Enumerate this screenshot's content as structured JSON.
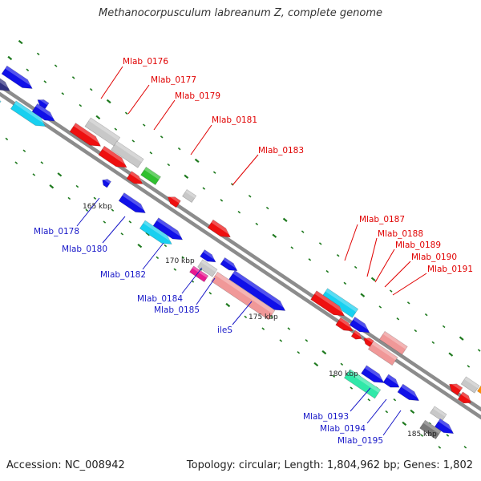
{
  "title": "Methanocorpusculum labreanum Z, complete genome",
  "accession_label": "Accession: NC_008942",
  "topology_label": "Topology: circular; Length: 1,804,962 bp; Genes: 1,802",
  "colors": {
    "backbone": "#8c8c8c",
    "tick": "#1f7a1f",
    "top_labels": "#e00000",
    "bottom_labels": "#1818c8",
    "blue": "#1010e8",
    "cyan": "#18d0f0",
    "red": "#ee1010",
    "grey": "#c8c8c8",
    "green": "#30c030",
    "pink": "#f09898",
    "teal": "#30e8a8",
    "orange": "#ff9000",
    "navy": "#303080",
    "magenta": "#e81890",
    "darkgrey": "#787878"
  },
  "tick_labels": [
    "165 kbp",
    "170 kbp",
    "175 kbp",
    "180 kbp",
    "185 kbp"
  ],
  "top_labels": [
    "Mlab_0176",
    "Mlab_0177",
    "Mlab_0179",
    "Mlab_0181",
    "Mlab_0183",
    "Mlab_0187",
    "Mlab_0188",
    "Mlab_0189",
    "Mlab_0190",
    "Mlab_0191"
  ],
  "bottom_labels": [
    "Mlab_0178",
    "Mlab_0180",
    "Mlab_0182",
    "Mlab_0184",
    "Mlab_0185",
    "ileS",
    "Mlab_0193",
    "Mlab_0194",
    "Mlab_0195"
  ]
}
